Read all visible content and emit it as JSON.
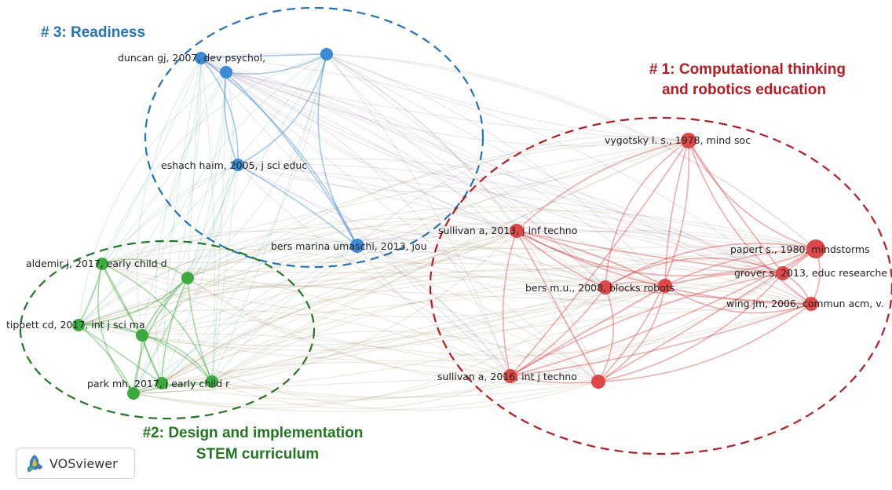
{
  "colors": {
    "readiness": "#3a8ad6",
    "stem": "#3daa3d",
    "ct": "#e04848",
    "title_readiness": "#1f74c2",
    "title_stem": "#1f7a1f",
    "title_ct": "#c0181f"
  },
  "clusters": {
    "readiness": {
      "title": "# 3: Readiness"
    },
    "ct": {
      "title_line1": "# 1: Computational thinking",
      "title_line2": "and robotics education"
    },
    "stem": {
      "title_line1": "#2: Design and implementation",
      "title_line2": "STEM curriculum"
    }
  },
  "nodes": [
    {
      "id": "duncan",
      "label": "duncan gj, 2007, dev psychol,",
      "cluster": "readiness"
    },
    {
      "id": "blue_top",
      "label": "",
      "cluster": "readiness"
    },
    {
      "id": "blue_mid",
      "label": "",
      "cluster": "readiness"
    },
    {
      "id": "eshach",
      "label": "eshach haim, 2005, j sci educ",
      "cluster": "readiness"
    },
    {
      "id": "bers_marina",
      "label": "bers marina umaschi, 2013, jou",
      "cluster": "readiness"
    },
    {
      "id": "aldemir",
      "label": "aldemir j, 2017, early child d",
      "cluster": "stem"
    },
    {
      "id": "green_a",
      "label": "",
      "cluster": "stem"
    },
    {
      "id": "tippett",
      "label": "tippett cd, 2017, int j sci ma",
      "cluster": "stem"
    },
    {
      "id": "green_b",
      "label": "",
      "cluster": "stem"
    },
    {
      "id": "park",
      "label": "park mh, 2017, j early child r",
      "cluster": "stem"
    },
    {
      "id": "green_c",
      "label": "",
      "cluster": "stem"
    },
    {
      "id": "green_d",
      "label": "",
      "cluster": "stem"
    },
    {
      "id": "vygotsky",
      "label": "vygotsky l. s., 1978, mind soc",
      "cluster": "ct"
    },
    {
      "id": "sullivan2013",
      "label": "sullivan a, 2013, j inf techno",
      "cluster": "ct"
    },
    {
      "id": "papert",
      "label": "papert s., 1980, mindstorms",
      "cluster": "ct"
    },
    {
      "id": "grover",
      "label": "grover s, 2013, educ researche",
      "cluster": "ct"
    },
    {
      "id": "bersmu",
      "label": "bers m.u., 2008, blocks robots",
      "cluster": "ct"
    },
    {
      "id": "red_mid",
      "label": "",
      "cluster": "ct"
    },
    {
      "id": "wing",
      "label": "wing jm, 2006, commun acm, v.",
      "cluster": "ct"
    },
    {
      "id": "sullivan2016",
      "label": "sullivan a, 2016, int j techno",
      "cluster": "ct"
    },
    {
      "id": "red_low",
      "label": "",
      "cluster": "ct"
    }
  ],
  "badge": {
    "text": "VOSviewer",
    "icon": "vosviewer-logo-icon"
  }
}
